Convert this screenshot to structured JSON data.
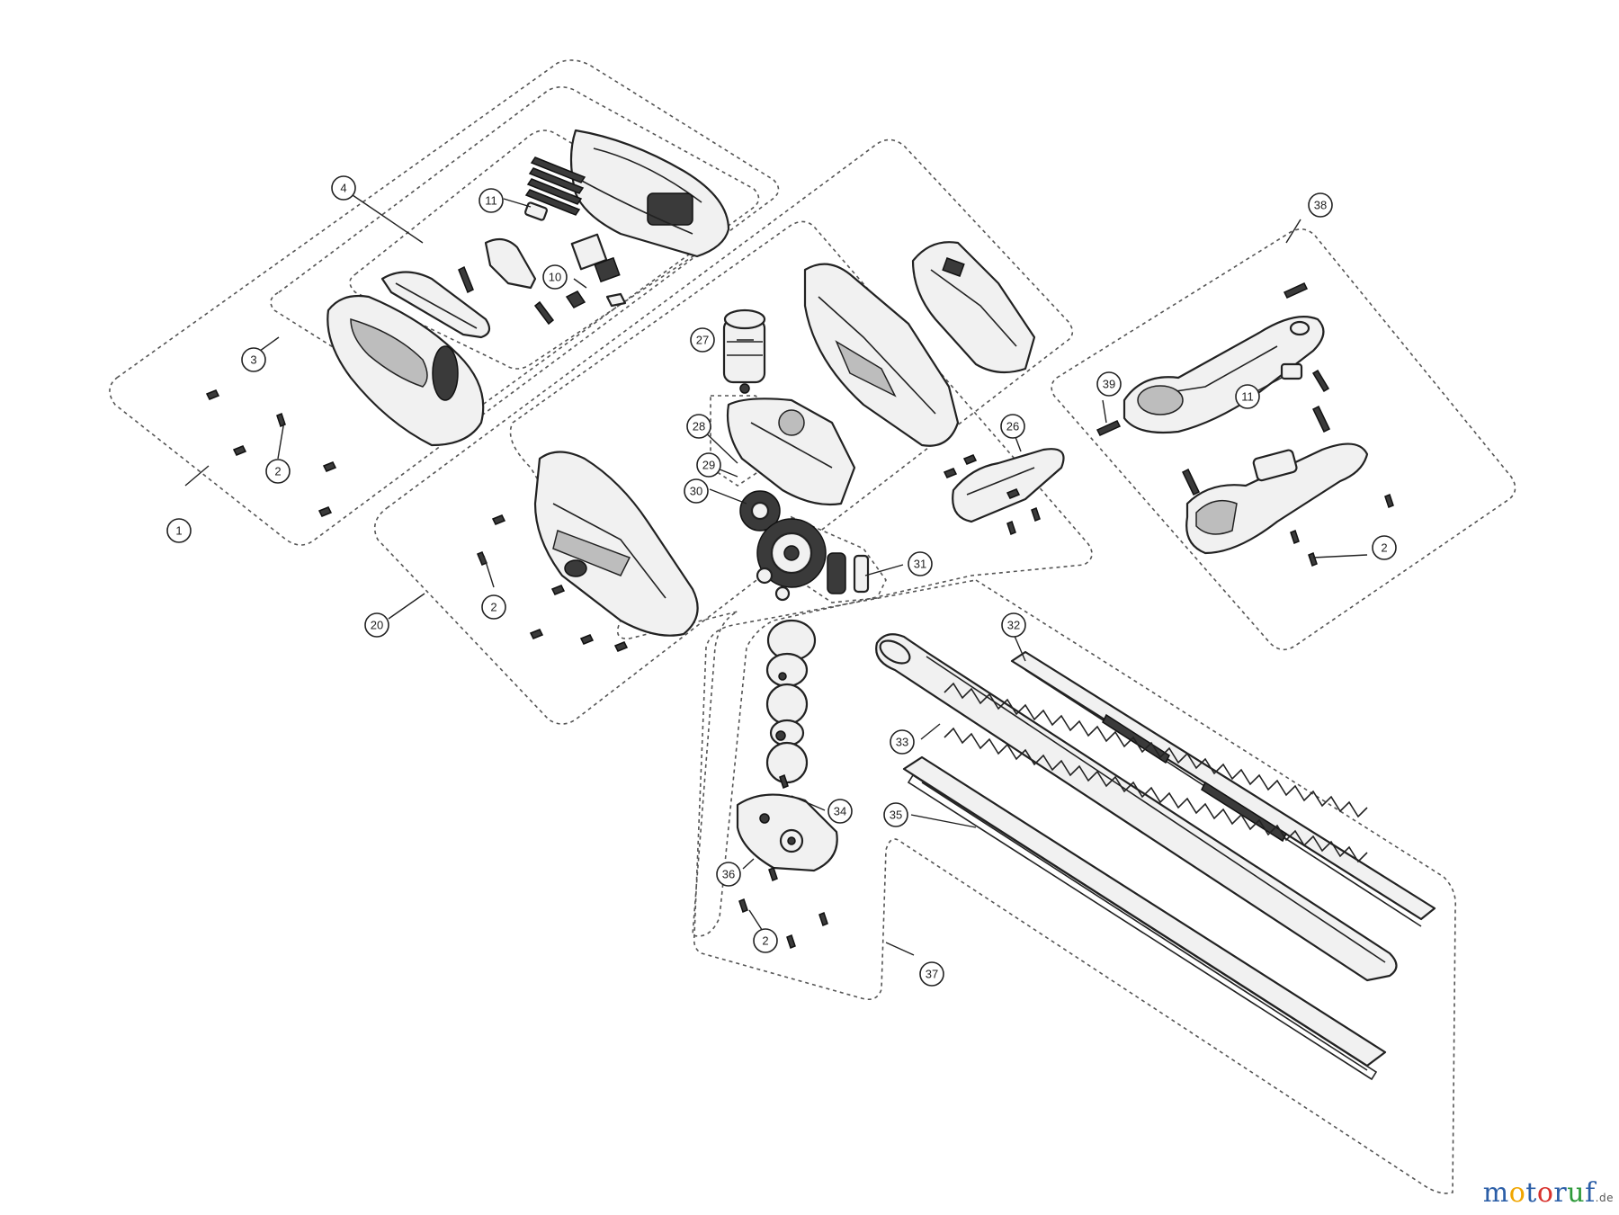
{
  "diagram": {
    "callouts": [
      {
        "id": "c1",
        "label": "1"
      },
      {
        "id": "c2a",
        "label": "2"
      },
      {
        "id": "c3",
        "label": "3"
      },
      {
        "id": "c4",
        "label": "4"
      },
      {
        "id": "c10",
        "label": "10"
      },
      {
        "id": "c11a",
        "label": "11"
      },
      {
        "id": "c2b",
        "label": "2"
      },
      {
        "id": "c20",
        "label": "20"
      },
      {
        "id": "c26",
        "label": "26"
      },
      {
        "id": "c27",
        "label": "27"
      },
      {
        "id": "c28",
        "label": "28"
      },
      {
        "id": "c29",
        "label": "29"
      },
      {
        "id": "c30",
        "label": "30"
      },
      {
        "id": "c31",
        "label": "31"
      },
      {
        "id": "c32",
        "label": "32"
      },
      {
        "id": "c33",
        "label": "33"
      },
      {
        "id": "c34",
        "label": "34"
      },
      {
        "id": "c35",
        "label": "35"
      },
      {
        "id": "c36",
        "label": "36"
      },
      {
        "id": "c2c",
        "label": "2"
      },
      {
        "id": "c37",
        "label": "37"
      },
      {
        "id": "c38",
        "label": "38"
      },
      {
        "id": "c39",
        "label": "39"
      },
      {
        "id": "c11b",
        "label": "11"
      },
      {
        "id": "c2d",
        "label": "2"
      }
    ]
  },
  "watermark": {
    "letters": [
      "m",
      "o",
      "t",
      "o",
      "r",
      "u",
      "f"
    ],
    "letter_colors": [
      "#2b5ea7",
      "#f0a500",
      "#2b5ea7",
      "#d8322d",
      "#2b5ea7",
      "#2e9a3a",
      "#2b5ea7"
    ],
    "tld": ".de"
  }
}
